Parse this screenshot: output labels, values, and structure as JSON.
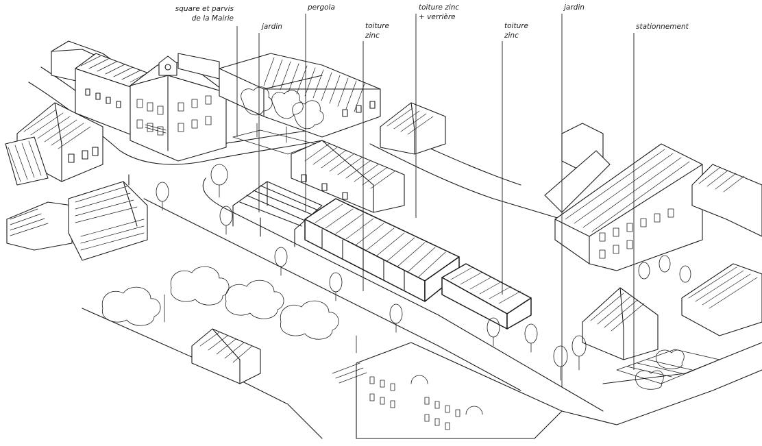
{
  "annotations": [
    {
      "id": "square",
      "lines": [
        "square et parvis",
        "de la Mairie"
      ]
    },
    {
      "id": "jardin-1",
      "lines": [
        "jardin"
      ]
    },
    {
      "id": "pergola",
      "lines": [
        "pergola"
      ]
    },
    {
      "id": "toiture-zinc-1",
      "lines": [
        "toiture",
        "zinc"
      ]
    },
    {
      "id": "toiture-zinc-verriere",
      "lines": [
        "toiture zinc",
        "+ verrière"
      ]
    },
    {
      "id": "toiture-zinc-2",
      "lines": [
        "toiture",
        "zinc"
      ]
    },
    {
      "id": "jardin-2",
      "lines": [
        "jardin"
      ]
    },
    {
      "id": "stationnement",
      "lines": [
        "stationnement"
      ]
    }
  ]
}
